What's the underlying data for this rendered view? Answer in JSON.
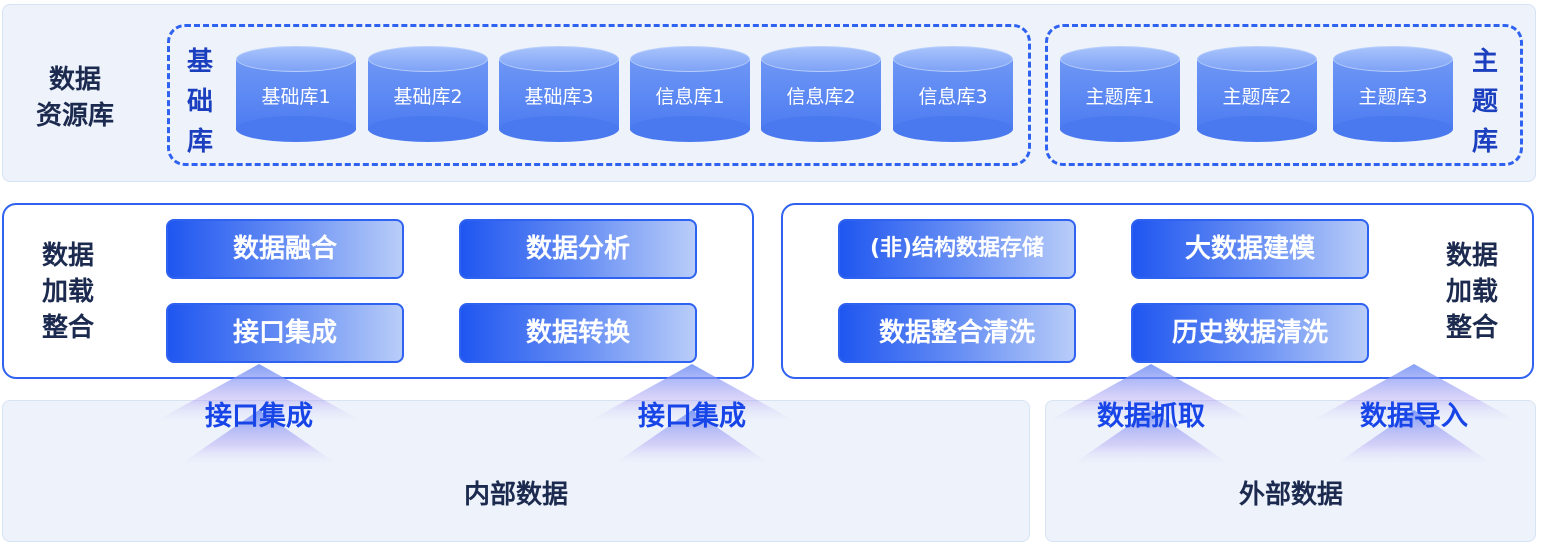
{
  "resource_layer": {
    "title_line1": "数据",
    "title_line2": "资源库",
    "base_group": {
      "label": [
        "基",
        "础",
        "库"
      ],
      "items": [
        "基础库1",
        "基础库2",
        "基础库3",
        "信息库1",
        "信息库2",
        "信息库3"
      ]
    },
    "topic_group": {
      "label": [
        "主",
        "题",
        "库"
      ],
      "items": [
        "主题库1",
        "主题库2",
        "主题库3"
      ]
    }
  },
  "load_layer_left": {
    "title": [
      "数据",
      "加载",
      "整合"
    ],
    "buttons": [
      "数据融合",
      "数据分析",
      "接口集成",
      "数据转换"
    ]
  },
  "load_layer_right": {
    "title": [
      "数据",
      "加载",
      "整合"
    ],
    "buttons": [
      "(非)结构数据存储",
      "大数据建模",
      "数据整合清洗",
      "历史数据清洗"
    ]
  },
  "arrows": [
    "接口集成",
    "接口集成",
    "数据抓取",
    "数据导入"
  ],
  "sources": {
    "internal": "内部数据",
    "external": "外部数据"
  },
  "colors": {
    "accent": "#2f62f0",
    "panel_bg": "#eef3fb",
    "cylinder": "#4c7cf1"
  }
}
